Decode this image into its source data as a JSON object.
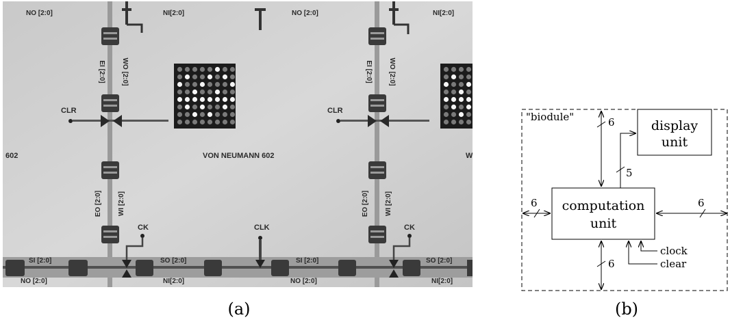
{
  "panel_a": {
    "caption": "(a)",
    "top_labels": [
      "NO [2:0]",
      "NI[2:0]",
      "NO [2:0]",
      "NI[2:0]"
    ],
    "left_column": {
      "upper_pair": [
        "EI [2:0]",
        "WO [2:0]"
      ],
      "lower_pair": [
        "EO [2:0]",
        "WI [2:0]"
      ]
    },
    "right_column": {
      "upper_pair": [
        "EI [2:0]",
        "WO [2:0]"
      ],
      "lower_pair": [
        "EO [2:0]",
        "WI [2:0]"
      ]
    },
    "clr_label": "CLR",
    "ck_label": "CK",
    "clk_label": "CLK",
    "module_name": "VON NEUMANN 602",
    "edge_left": "602",
    "edge_right": "W",
    "bus_labels": {
      "si": "SI [2:0]",
      "so": "SO [2:0]",
      "no": "NO [2:0]",
      "ni": "NI[2:0]"
    },
    "led_grid_state": [
      [
        0,
        0,
        0,
        0,
        0,
        1,
        0,
        0
      ],
      [
        0,
        1,
        0,
        0,
        1,
        0,
        1,
        0
      ],
      [
        1,
        0,
        0,
        1,
        0,
        0,
        0,
        1
      ],
      [
        0,
        0,
        1,
        0,
        0,
        1,
        0,
        0
      ],
      [
        1,
        1,
        1,
        1,
        1,
        1,
        1,
        1
      ],
      [
        0,
        1,
        0,
        1,
        0,
        0,
        1,
        0
      ],
      [
        0,
        0,
        1,
        0,
        1,
        0,
        0,
        0
      ],
      [
        0,
        0,
        0,
        0,
        0,
        0,
        0,
        0
      ]
    ]
  },
  "panel_b": {
    "caption": "(b)",
    "container_label": "\"biodule\"",
    "display_label": [
      "display",
      "unit"
    ],
    "computation_label": [
      "computation",
      "unit"
    ],
    "bus_widths": {
      "top": "6",
      "bottom": "6",
      "left": "6",
      "right": "6",
      "display_link": "5"
    },
    "clock_label": "clock",
    "clear_label": "clear"
  }
}
